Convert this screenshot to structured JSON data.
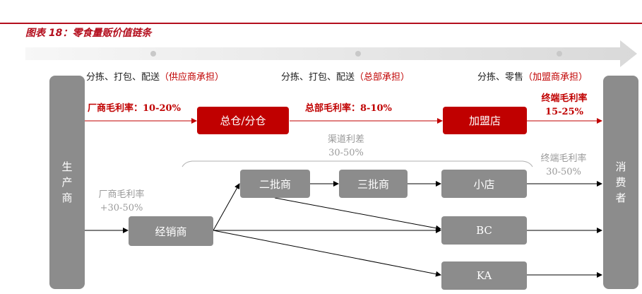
{
  "title": "图表 18：零食量贩价值链条",
  "stages": [
    {
      "lead": "分拣、打包、配送",
      "bearer": "（供应商承担）"
    },
    {
      "lead": "分拣、打包、配送",
      "bearer": "（总部承担）"
    },
    {
      "lead": "分拣、零售",
      "bearer": "（加盟商承担）"
    }
  ],
  "nodes": {
    "producer": [
      "生",
      "产",
      "商"
    ],
    "consumer": [
      "消",
      "费",
      "者"
    ],
    "warehouse": "总仓/分仓",
    "franchise_store": "加盟店",
    "second_wholesaler": "二批商",
    "third_wholesaler": "三批商",
    "small_store": "小店",
    "distributor": "经销商",
    "bc": "BC",
    "ka": "KA"
  },
  "labels": {
    "mfr_margin_top": "厂商毛利率：10-20%",
    "hq_margin": "总部毛利率：8-10%",
    "terminal_margin_top_1": "终端毛利率",
    "terminal_margin_top_2": "15-25%",
    "channel_diff_1": "渠道利差",
    "channel_diff_2": "30-50%",
    "terminal_margin_mid_1": "终端毛利率",
    "terminal_margin_mid_2": "30-50%",
    "mfr_margin_bottom_1": "厂商毛利率",
    "mfr_margin_bottom_2": "+30-50%"
  },
  "colors": {
    "brand_red": "#c00000",
    "box_gray": "#8c8c8c",
    "label_gray": "#9a9a9a",
    "band_gray": "#e6e6e6"
  }
}
